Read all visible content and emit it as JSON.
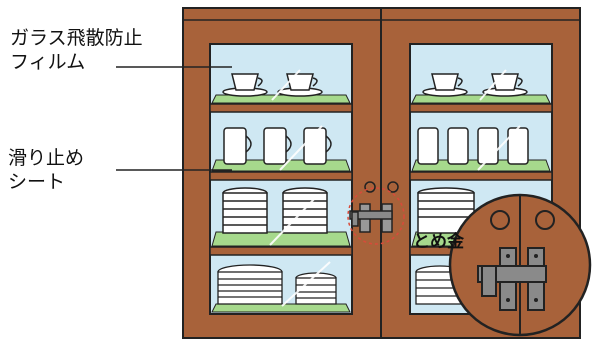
{
  "labels": {
    "film_line1": "ガラス飛散防止",
    "film_line2": "フィルム",
    "sheet_line1": "滑り止め",
    "sheet_line2": "シート",
    "latch": "とめ金"
  },
  "colors": {
    "cabinet_wood": "#a8623a",
    "glass": "#cfe8f3",
    "anti_slip_sheet": "#a6d98c",
    "latch_metal": "#8a8a8a",
    "highlight_circle": "#d94a3a"
  },
  "icons": [
    "cup-icon",
    "mug-icon",
    "bowl-stack-icon",
    "plate-stack-icon",
    "latch-icon"
  ]
}
